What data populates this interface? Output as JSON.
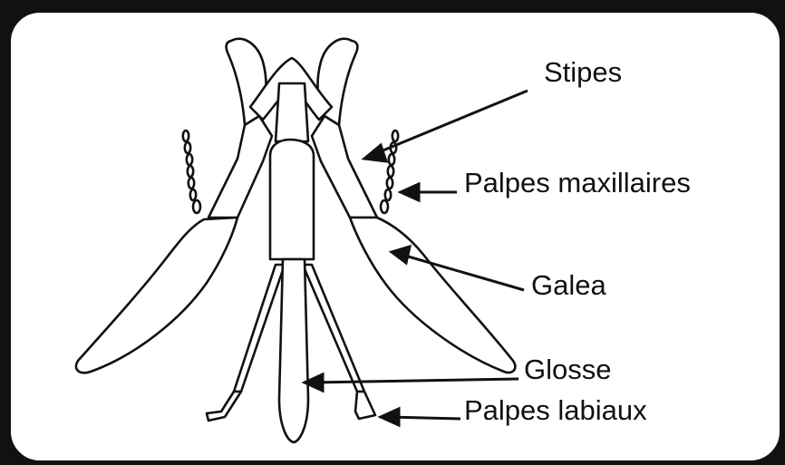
{
  "labels": {
    "stipes": "Stipes",
    "palpes_maxillaires": "Palpes maxillaires",
    "galea": "Galea",
    "glosse": "Glosse",
    "palpes_labiaux": "Palpes labiaux"
  },
  "colors": {
    "line": "#111111",
    "background": "#ffffff",
    "frame": "#111111"
  }
}
